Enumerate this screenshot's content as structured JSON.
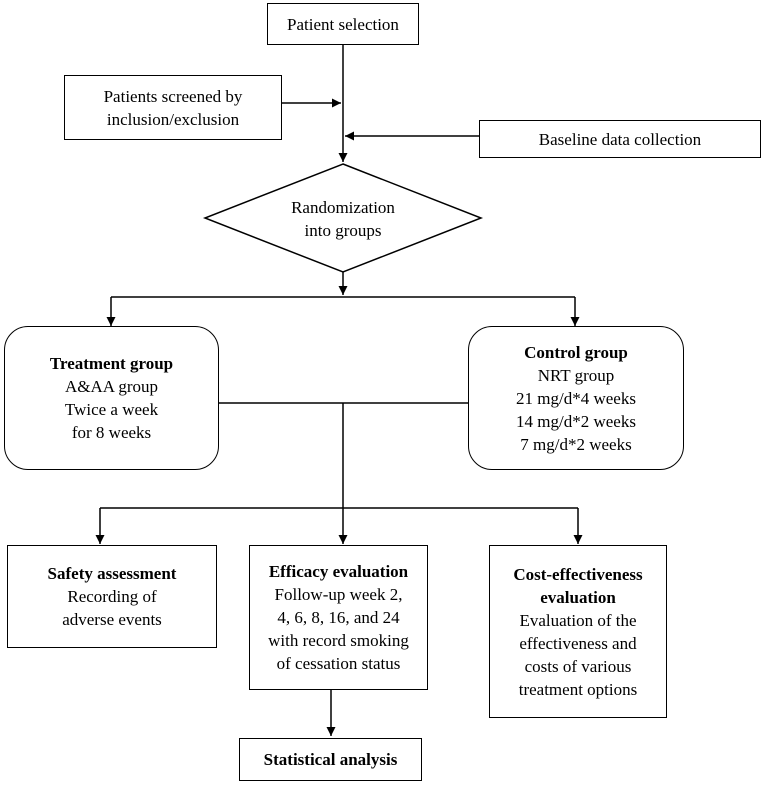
{
  "nodes": {
    "patient_selection": "Patient selection",
    "screened": [
      "Patients screened by",
      "inclusion/exclusion"
    ],
    "baseline": "Baseline data collection",
    "randomization": [
      "Randomization",
      "into groups"
    ],
    "treatment": {
      "title": "Treatment group",
      "lines": [
        "A&AA group",
        "Twice a week",
        "for 8 weeks"
      ]
    },
    "control": {
      "title": "Control group",
      "lines": [
        "NRT group",
        "21 mg/d*4 weeks",
        "14 mg/d*2 weeks",
        "7 mg/d*2 weeks"
      ]
    },
    "safety": {
      "title": "Safety assessment",
      "lines": [
        "Recording of",
        "adverse events"
      ]
    },
    "efficacy": {
      "title": "Efficacy evaluation",
      "lines": [
        "Follow-up week 2,",
        "4, 6, 8, 16, and 24",
        "with record smoking",
        "of cessation status"
      ]
    },
    "cost": {
      "title": [
        "Cost-effectiveness",
        "evaluation"
      ],
      "lines": [
        "Evaluation of the",
        "effectiveness and",
        "costs of various",
        "treatment options"
      ]
    },
    "statistical": "Statistical analysis"
  }
}
